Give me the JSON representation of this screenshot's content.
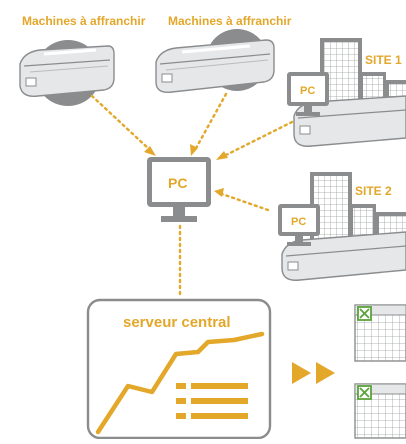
{
  "diagram": {
    "machine_label_left": "Machines à affranchir",
    "machine_label_right": "Machines à affranchir",
    "site1_label": "SITE 1",
    "site2_label": "SITE 2",
    "central_pc_label": "PC",
    "site1_pc_label": "PC",
    "site2_pc_label": "PC",
    "server_label": "serveur central"
  },
  "colors": {
    "accent": "#e3a72a",
    "grey_dark": "#8a8c8e",
    "grey_light": "#e6e7e8",
    "grey_mid": "#b9bbbd",
    "check_green": "#59a33a"
  },
  "icons": [
    "franking-machine-icon",
    "building-icon",
    "pc-monitor-icon",
    "chart-line-icon",
    "list-icon",
    "spreadsheet-icon",
    "checkbox-icon",
    "double-arrow-icon"
  ]
}
